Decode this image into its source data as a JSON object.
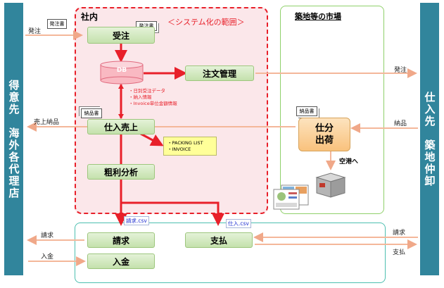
{
  "sidebars": {
    "left": "得意先　海外各代理店",
    "right": "仕入先　築地仲卸"
  },
  "regions": {
    "inner_title": "社内",
    "inner_scope": "＜システム化の範囲＞",
    "market_title": "築地等の市場"
  },
  "boxes": {
    "order_received": "受注",
    "db": "DB",
    "order_mgmt": "注文管理",
    "purchase_sales": "仕入売上",
    "gross_profit": "粗利分析",
    "sorting_shipping": "仕分\n出荷",
    "billing": "請求",
    "payment": "支払",
    "receipt": "入金"
  },
  "docs": {
    "order_form_left": "発注書",
    "order_form_inner": "発注書",
    "delivery_slip_inner": "納品書",
    "delivery_slip_market": "納品書"
  },
  "db_notes": [
    "・日別受注データ",
    "・納入情報",
    "・Invoice単位金額情報"
  ],
  "packing_notes": [
    "・PACKING LIST",
    "・INVOICE"
  ],
  "flow_labels": {
    "order_in": "発注",
    "order_out": "発注",
    "sales_delivery": "売上納品",
    "delivery_in": "納品",
    "to_airport": "空港へ",
    "billing_out": "請求",
    "receipt_in": "入金",
    "billing_in": "請求",
    "payment_out": "支払"
  },
  "csv_labels": {
    "billing_csv": "請求.csv",
    "purchase_csv": "仕入.csv"
  },
  "colors": {
    "sidebar": "#31859c",
    "arrow_red": "#e8202a",
    "arrow_light": "#f4b79a",
    "box_green": "#c4e1ac",
    "shipping_orange": "#fbd19a",
    "db_pink": "#f9b9c2",
    "inner_bg": "#fbe7ea"
  }
}
